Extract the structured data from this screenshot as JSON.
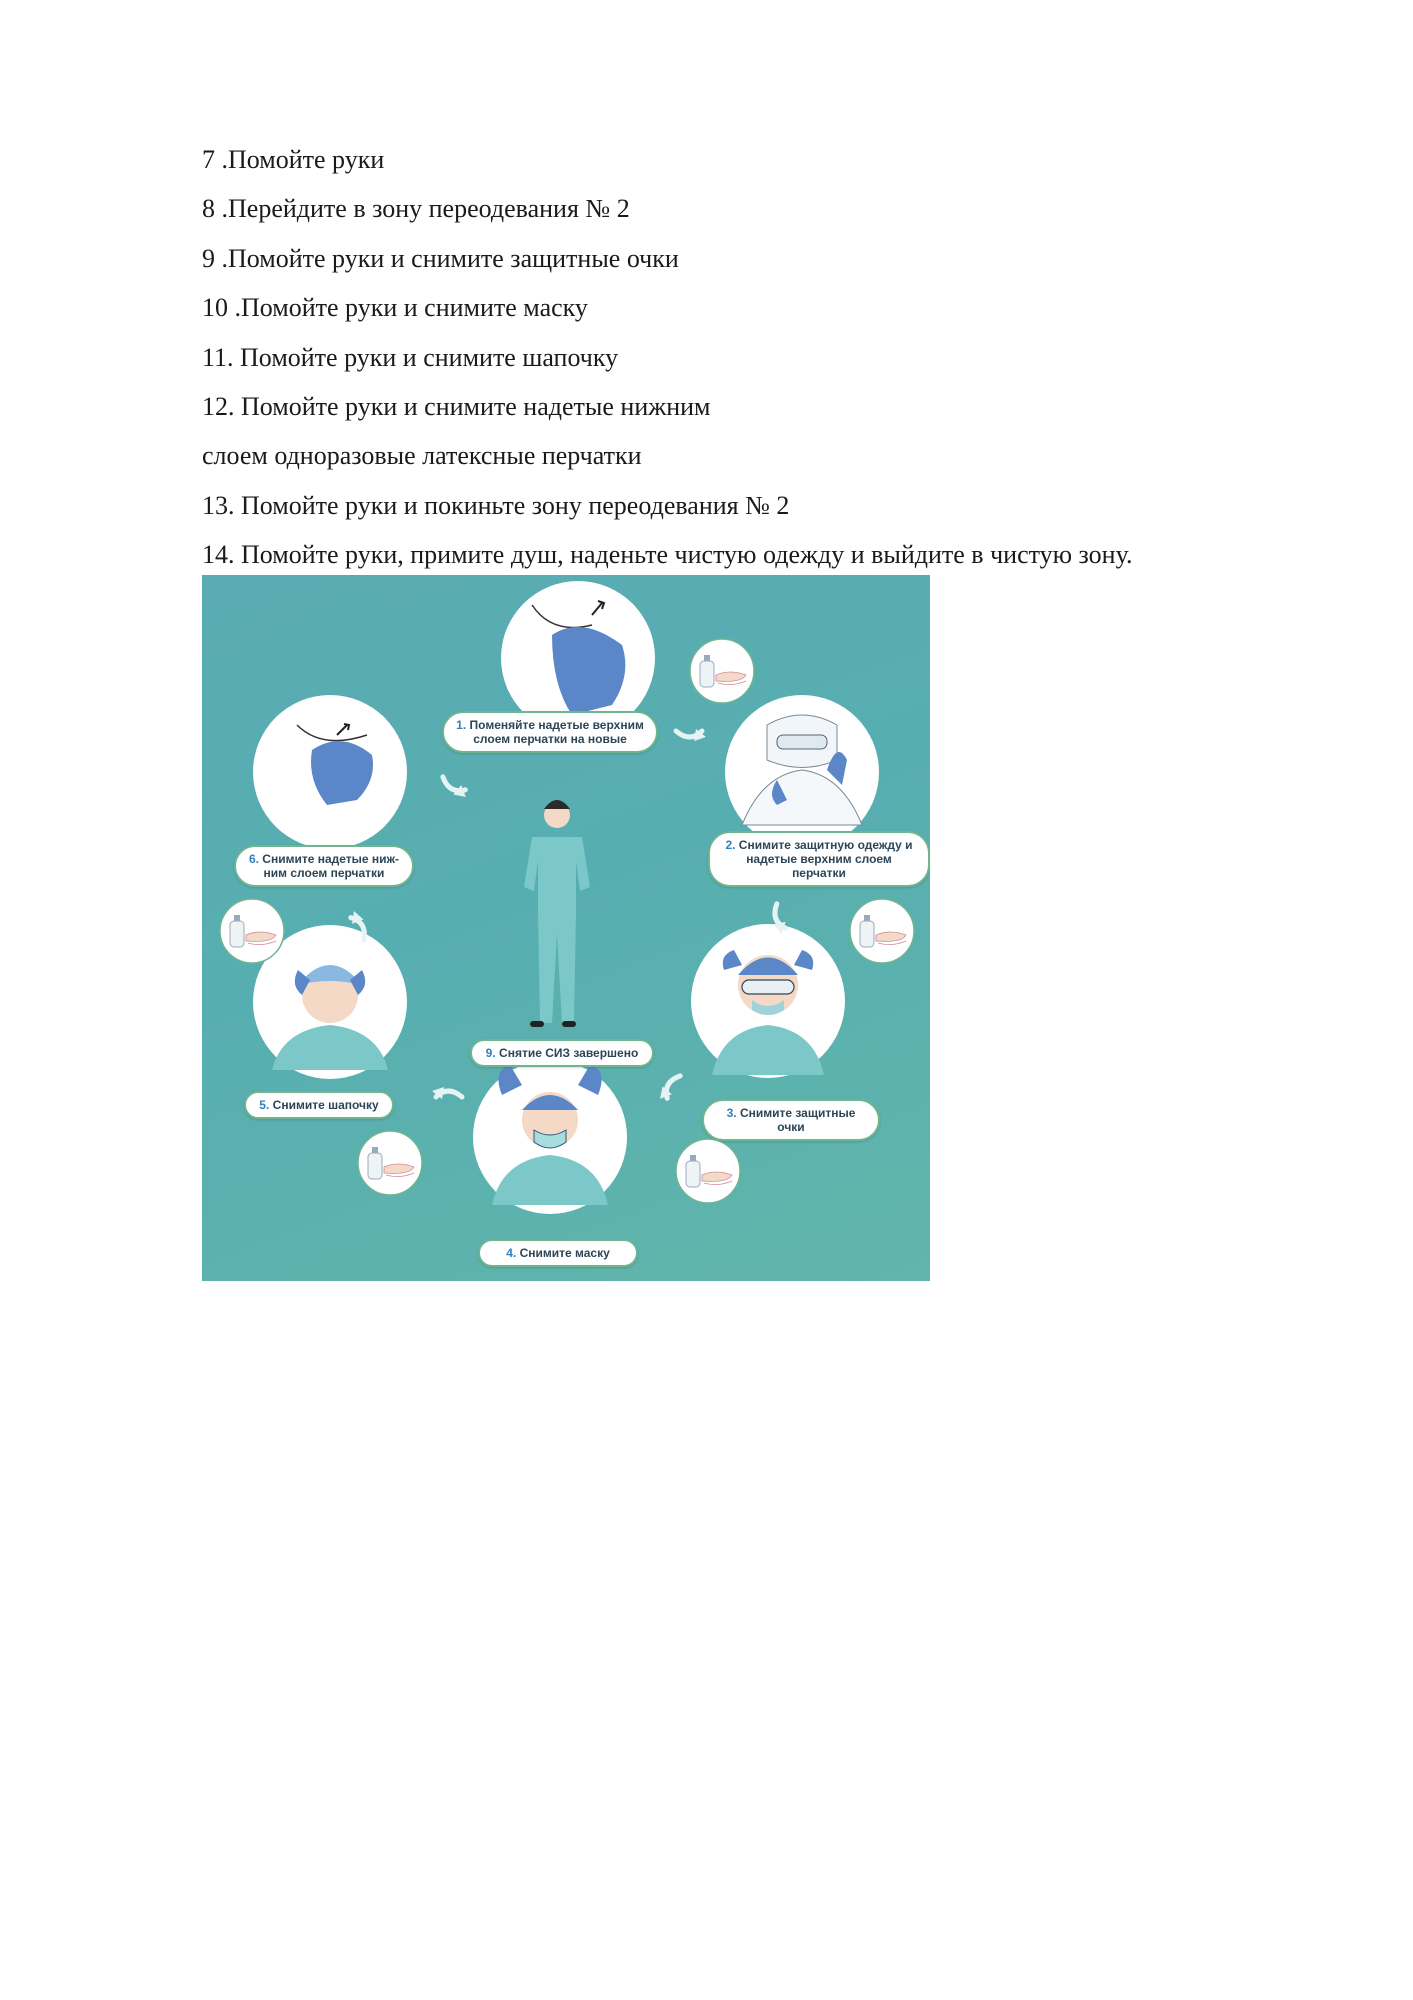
{
  "steps": [
    "7 .Помойте руки",
    "8 .Перейдите в зону переодевания № 2",
    "9 .Помойте руки и снимите защитные очки",
    "10 .Помойте руки и снимите маску",
    "11. Помойте руки и снимите шапочку",
    "12. Помойте руки и снимите надетые нижним",
    "слоем одноразовые латексные перчатки",
    "13. Помойте руки и покиньте зону переодевания № 2",
    "14. Помойте руки, примите душ, наденьте чистую одежду и выйдите в чистую зону."
  ],
  "infographic": {
    "colors": {
      "background": "#5aaeb0",
      "glove": "#5b86c8",
      "scrubs": "#7cc8c8",
      "pill_border": "#6fb58f",
      "step_number": "#2f7fc0"
    },
    "labels": [
      {
        "num": "1.",
        "text": "Поменяйте надетые верхним слоем перчатки на новые"
      },
      {
        "num": "2.",
        "text": "Снимите защитную одежду и надетые верхним слоем перчатки"
      },
      {
        "num": "3.",
        "text": "Снимите защитные очки"
      },
      {
        "num": "4.",
        "text": "Снимите маску"
      },
      {
        "num": "5.",
        "text": "Снимите шапочку"
      },
      {
        "num": "6.",
        "text": "Снимите надетые ниж-ним слоем перчатки"
      },
      {
        "num": "9.",
        "text": "Снятие СИЗ завершено"
      }
    ],
    "icons": [
      "glove-change-icon",
      "gown-removal-icon",
      "goggles-removal-icon",
      "mask-removal-icon",
      "cap-removal-icon",
      "inner-glove-removal-icon",
      "hand-sanitizer-icon",
      "curved-arrow-icon",
      "standing-person-icon"
    ]
  }
}
